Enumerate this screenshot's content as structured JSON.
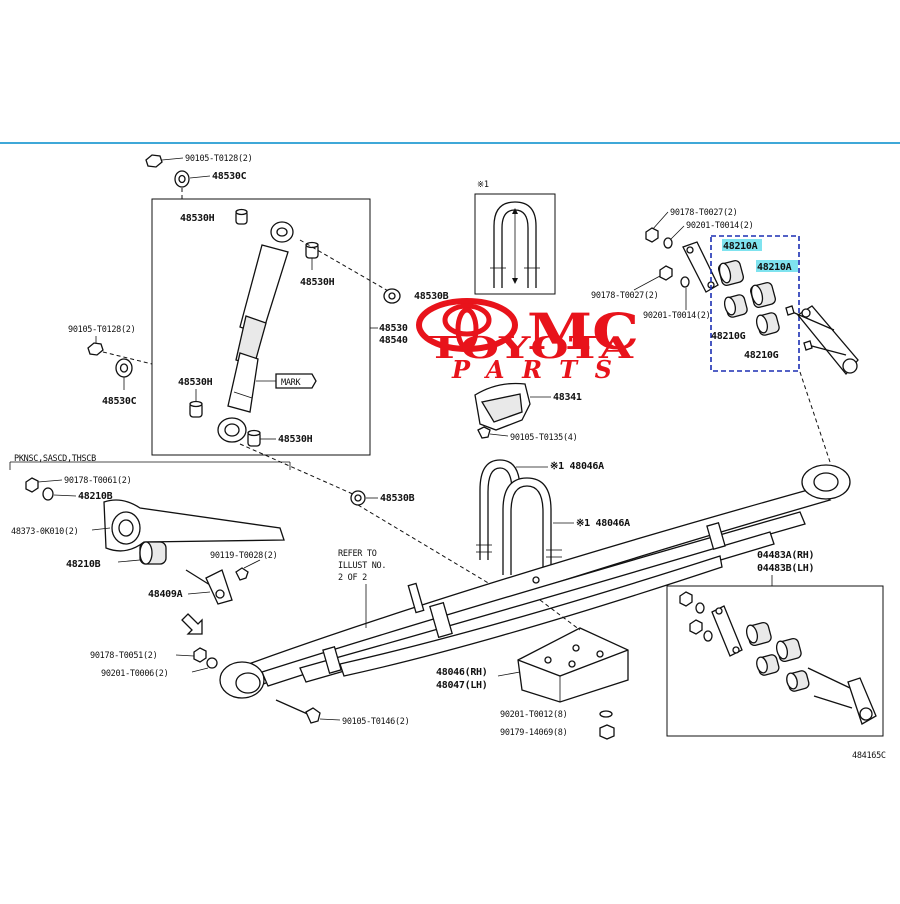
{
  "diagram": {
    "top_rule_color": "#3fa8d8",
    "highlight_color": "#7fe3ef",
    "logo": {
      "line1": "MC",
      "line2": "TOYOTA",
      "line3": "PARTS",
      "color": "#e8131b"
    },
    "inset": {
      "mark": "※1"
    },
    "labels": {
      "p90105_T0128_top": "90105-T0128(2)",
      "p48530C_top": "48530C",
      "p48530H_a": "48530H",
      "p48530H_b": "48530H",
      "p48530B_a": "48530B",
      "p48530": "48530",
      "p48540": "48540",
      "p90105_T0128_left": "90105-T0128(2)",
      "p48530C_left": "48530C",
      "p48530H_c": "48530H",
      "mark": "MARK",
      "p48530H_d": "48530H",
      "p48530B_b": "48530B",
      "p90178_T0027_a": "90178-T0027(2)",
      "p90201_T0014": "90201-T0014(2)",
      "p48210A_a": "48210A",
      "p48210A_b": "48210A",
      "p90178_T0027_b": "90178-T0027(2)",
      "p90201_T0014_b": "90201-T0014(2)",
      "p48210G_a": "48210G",
      "p48210G_b": "48210G",
      "p48341": "48341",
      "p90105_T0135": "90105-T0135(4)",
      "variants": "PKNSC,SASCD,THSCB",
      "p90178_T0061": "90178-T0061(2)",
      "p48210B_a": "48210B",
      "p48373": "48373-0K010(2)",
      "p48210B_b": "48210B",
      "p90119_T0028": "90119-T0028(2)",
      "p48409A": "48409A",
      "refer1": "REFER TO",
      "refer2": "ILLUST NO.",
      "refer3": "2 OF 2",
      "p48046A_a": "※1 48046A",
      "p48046A_b": "※1 48046A",
      "p04483A": "04483A(RH)",
      "p04483B": "04483B(LH)",
      "p90178_T0051": "90178-T0051(2)",
      "p90201_T0006": "90201-T0006(2)",
      "p48046": "48046(RH)",
      "p48047": "48047(LH)",
      "p90105_T0146": "90105-T0146(2)",
      "p90201_T0012": "90201-T0012(8)",
      "p90179_14069": "90179-14069(8)",
      "drawing_no": "484165C"
    }
  }
}
